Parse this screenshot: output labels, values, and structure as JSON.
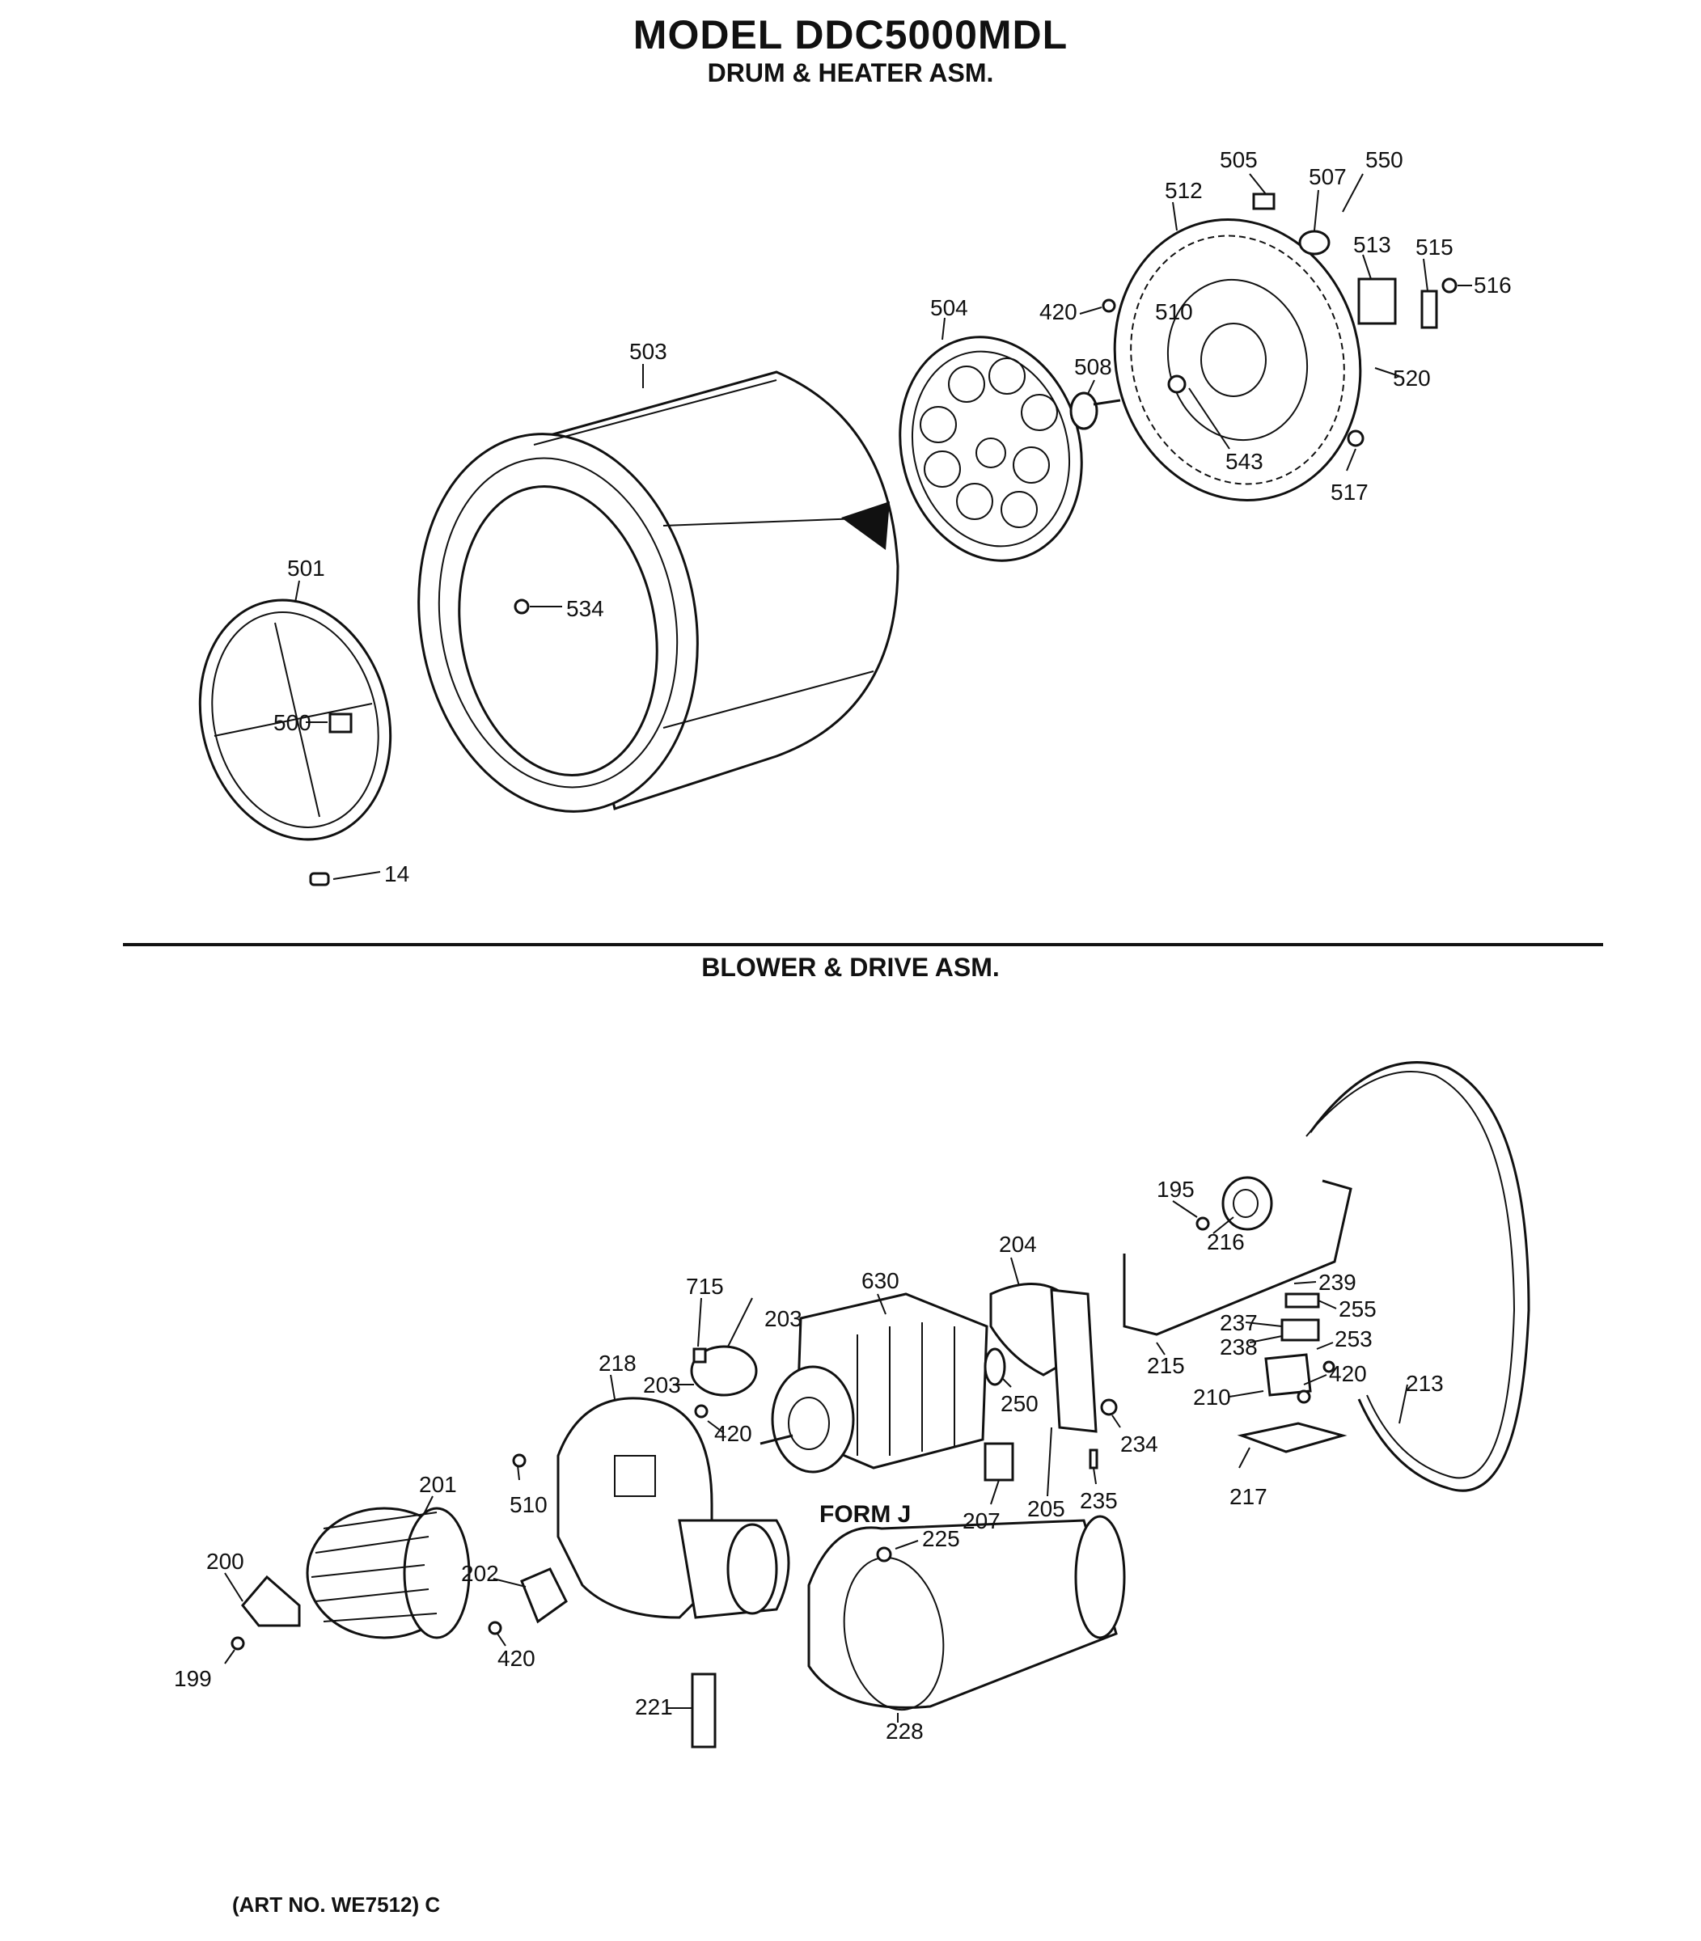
{
  "header": {
    "model": "MODEL DDC5000MDL",
    "section_top": "DRUM & HEATER ASM.",
    "section_bottom": "BLOWER & DRIVE ASM."
  },
  "footer": {
    "art_no": "(ART NO. WE7512) C"
  },
  "drum_heater_callouts": [
    "505",
    "507",
    "550",
    "512",
    "513",
    "515",
    "516",
    "420",
    "510",
    "504",
    "508",
    "520",
    "503",
    "543",
    "517",
    "501",
    "534",
    "500",
    "14"
  ],
  "blower_drive_callouts": [
    "195",
    "216",
    "239",
    "255",
    "237",
    "238",
    "253",
    "204",
    "630",
    "715",
    "203",
    "203",
    "218",
    "250",
    "420",
    "215",
    "210",
    "420",
    "213",
    "234",
    "510",
    "201",
    "207",
    "205",
    "235",
    "217",
    "200",
    "202",
    "225",
    "199",
    "420",
    "221",
    "228"
  ],
  "form_label": "FORM J"
}
